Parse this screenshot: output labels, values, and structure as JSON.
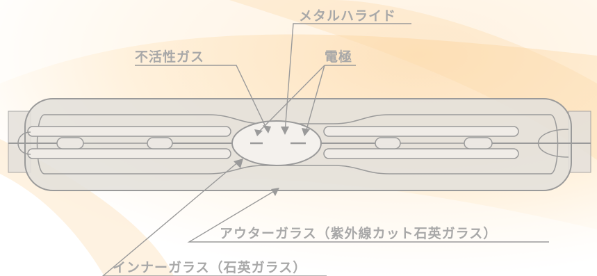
{
  "labels": {
    "metal_halide": "メタルハライド",
    "inert_gas": "不活性ガス",
    "electrode": "電極",
    "outer_glass": "アウターガラス（紫外線カット石英ガラス）",
    "inner_glass": "インナーガラス（石英ガラス）"
  },
  "colors": {
    "label": "#a8a8a8",
    "line": "#9a9a9a",
    "glass_fill": "#e4e0db",
    "background_warm": "#fde7c7"
  }
}
